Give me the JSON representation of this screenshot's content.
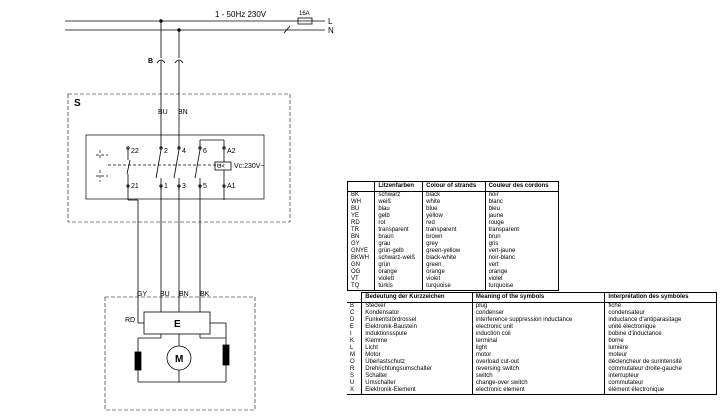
{
  "supply": {
    "voltage_label": "1 - 50Hz 230V",
    "fuse_label": "16A",
    "line_l": "L",
    "line_n": "N"
  },
  "plug_label": "B",
  "switch_box": {
    "label": "S",
    "wire_left": "BU",
    "wire_right": "BN",
    "contacts_top": [
      "22",
      "2",
      "4",
      "6",
      "A2"
    ],
    "contacts_bottom": [
      "21",
      "1",
      "3",
      "5",
      "A1"
    ],
    "coil_label": "U<",
    "coil_voltage": "Vc:230V~"
  },
  "motor_box": {
    "label": "E",
    "wires": [
      "GY",
      "BU",
      "BN",
      "BK"
    ],
    "left_label": "RD",
    "motor_symbol": "M"
  },
  "colors_table": {
    "headers": [
      "",
      "Litzenfarben",
      "Colour of strands",
      "Couleur des cordons"
    ],
    "rows": [
      [
        "BK",
        "schwarz",
        "black",
        "noir"
      ],
      [
        "WH",
        "weiß",
        "white",
        "blanc"
      ],
      [
        "BU",
        "blau",
        "blue",
        "bleu"
      ],
      [
        "YE",
        "gelb",
        "yellow",
        "jaune"
      ],
      [
        "RD",
        "rot",
        "red",
        "rouge"
      ],
      [
        "TR",
        "transparent",
        "transparent",
        "transparent"
      ],
      [
        "BN",
        "braun",
        "brown",
        "brun"
      ],
      [
        "GY",
        "grau",
        "grey",
        "gris"
      ],
      [
        "GNYE",
        "grün-gelb",
        "green-yellow",
        "vert-jaune"
      ],
      [
        "BKWH",
        "schwarz-weiß",
        "black-white",
        "noir-blanc"
      ],
      [
        "GN",
        "grün",
        "green",
        "vert"
      ],
      [
        "OG",
        "orange",
        "orange",
        "orange"
      ],
      [
        "VT",
        "violett",
        "violet",
        "violet"
      ],
      [
        "TQ",
        "türkis",
        "turquoise",
        "turquoise"
      ]
    ]
  },
  "symbols_table": {
    "headers": [
      "",
      "Bedeutung der Kurzzeichen",
      "Meaning of the symbols",
      "Interprétation des symboles"
    ],
    "rows": [
      [
        "B",
        "Stecker",
        "plug",
        "fiche"
      ],
      [
        "C",
        "Kondensator",
        "condenser",
        "condensateur"
      ],
      [
        "D",
        "Funkentstördrossel",
        "interference suppression inductance",
        "inductance d'antiparasitage"
      ],
      [
        "E",
        "Elektronik-Baustein",
        "electronic unit",
        "unité électronique"
      ],
      [
        "I",
        "Induktionsspule",
        "induction coil",
        "bobine d'inductance"
      ],
      [
        "K",
        "Klemme",
        "terminal",
        "borne"
      ],
      [
        "L",
        "Licht",
        "light",
        "lumière"
      ],
      [
        "M",
        "Motor",
        "motor",
        "moteur"
      ],
      [
        "O",
        "Überlastschutz",
        "overload cut-out",
        "déclencheur de surintensité"
      ],
      [
        "R",
        "Drehrichtungsumschalter",
        "reversing switch",
        "commutateur droite-gauche"
      ],
      [
        "S",
        "Schalter",
        "switch",
        "interrupteur"
      ],
      [
        "U",
        "Umschalter",
        "change-over switch",
        "commutateur"
      ],
      [
        "X",
        "Elektronik-Element",
        "electronic element",
        "élément électronique"
      ]
    ]
  }
}
